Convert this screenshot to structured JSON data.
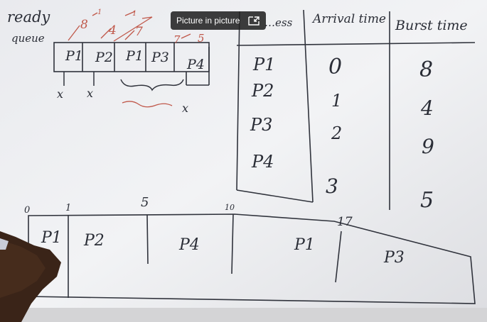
{
  "pip": {
    "label": "Picture in picture",
    "icon": "picture-in-picture-icon"
  },
  "whiteboard": {
    "ready_queue_title": [
      "ready",
      "queue"
    ],
    "ready_queue": [
      "P1",
      "P2",
      "P1",
      "P3",
      "P4"
    ],
    "remaining_annotations": [
      "8",
      "4",
      "7",
      "7",
      "5"
    ],
    "remaining_small": [
      "1",
      "1"
    ],
    "cross_marks": [
      "x",
      "x",
      "x"
    ],
    "table": {
      "headers": [
        "…ess",
        "Arrival time",
        "Burst time"
      ],
      "rows": [
        {
          "process": "P1",
          "arrival": "0",
          "burst": "8"
        },
        {
          "process": "P2",
          "arrival": "1",
          "burst": "4"
        },
        {
          "process": "P3",
          "arrival": "2",
          "burst": "9"
        },
        {
          "process": "P4",
          "arrival": "3",
          "burst": "5"
        }
      ]
    },
    "gantt": {
      "blocks": [
        "P1",
        "P2",
        "P4",
        "P1",
        "P3"
      ],
      "times": [
        "0",
        "1",
        "5",
        "10",
        "17"
      ]
    }
  }
}
